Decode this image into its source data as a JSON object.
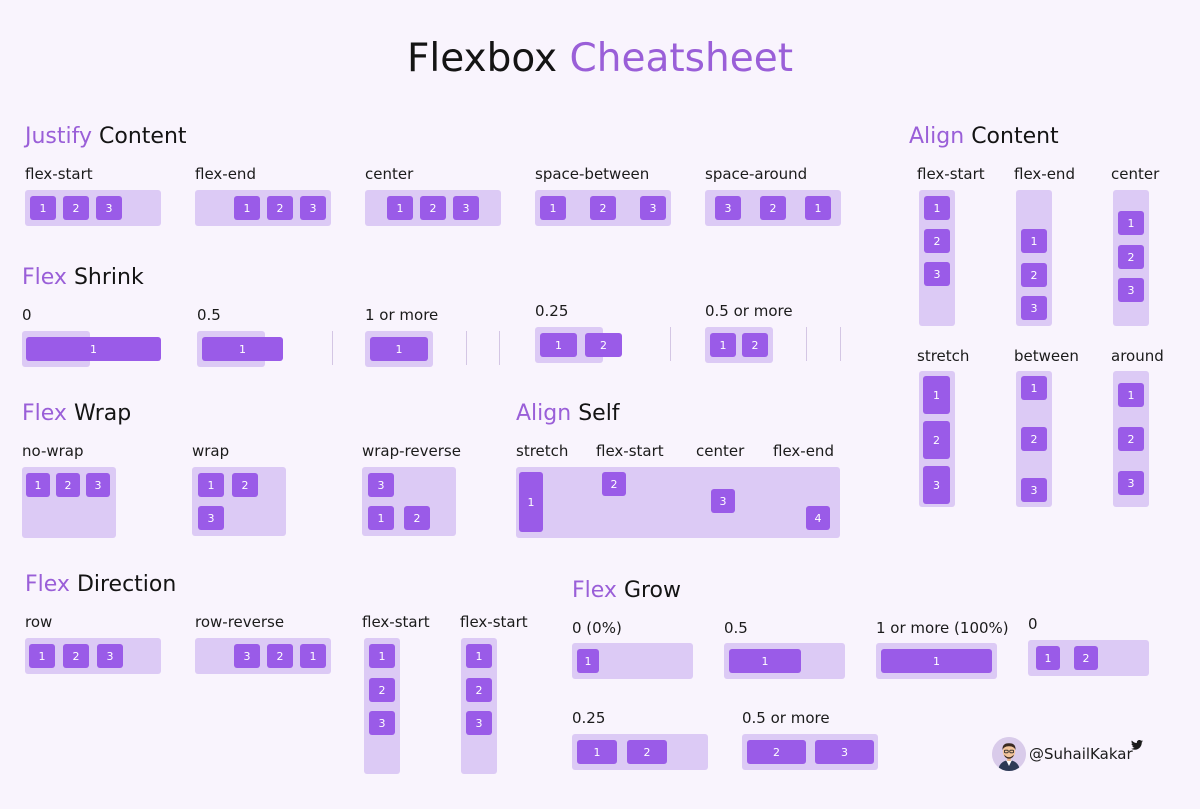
{
  "title": {
    "part1": "Flexbox",
    "part2": "Cheatsheet"
  },
  "justify": {
    "heading": [
      "Justify",
      "Content"
    ],
    "labels": [
      "flex-start",
      "flex-end",
      "center",
      "space-between",
      "space-around"
    ],
    "items": [
      [
        "1",
        "2",
        "3"
      ],
      [
        "1",
        "2",
        "3"
      ],
      [
        "1",
        "2",
        "3"
      ],
      [
        "1",
        "2",
        "3"
      ],
      [
        "3",
        "2",
        "1"
      ]
    ]
  },
  "shrink": {
    "heading": [
      "Flex",
      "Shrink"
    ],
    "labels": [
      "0",
      "0.5",
      "1 or more",
      "0.25",
      "0.5 or more"
    ],
    "items": [
      [
        "1"
      ],
      [
        "1"
      ],
      [
        "1"
      ],
      [
        "1",
        "2"
      ],
      [
        "1",
        "2"
      ]
    ]
  },
  "wrap": {
    "heading": [
      "Flex",
      "Wrap"
    ],
    "labels": [
      "no-wrap",
      "wrap",
      "wrap-reverse"
    ],
    "items": [
      [
        "1",
        "2",
        "3"
      ],
      [
        "1",
        "2",
        "3"
      ],
      [
        "3",
        "1",
        "2"
      ]
    ]
  },
  "alignself": {
    "heading": [
      "Align",
      "Self"
    ],
    "labels": [
      "stretch",
      "flex-start",
      "center",
      "flex-end"
    ],
    "items": [
      "1",
      "2",
      "3",
      "4"
    ]
  },
  "direction": {
    "heading": [
      "Flex",
      "Direction"
    ],
    "labels": [
      "row",
      "row-reverse",
      "flex-start",
      "flex-start"
    ],
    "items": [
      [
        "1",
        "2",
        "3"
      ],
      [
        "3",
        "2",
        "1"
      ],
      [
        "1",
        "2",
        "3"
      ],
      [
        "1",
        "2",
        "3"
      ]
    ]
  },
  "grow": {
    "heading": [
      "Flex",
      "Grow"
    ],
    "labels": [
      "0 (0%)",
      "0.5",
      "1 or more (100%)",
      "0",
      "0.25",
      "0.5 or more"
    ],
    "items": [
      [
        "1"
      ],
      [
        "1"
      ],
      [
        "1"
      ],
      [
        "1",
        "2"
      ],
      [
        "1",
        "2"
      ],
      [
        "2",
        "3"
      ]
    ]
  },
  "aligncontent": {
    "heading": [
      "Align",
      "Content"
    ],
    "labels": [
      "flex-start",
      "flex-end",
      "center",
      "stretch",
      "between",
      "around"
    ],
    "items": [
      [
        "1",
        "2",
        "3"
      ],
      [
        "1",
        "2",
        "3"
      ],
      [
        "1",
        "2",
        "3"
      ],
      [
        "1",
        "2",
        "3"
      ],
      [
        "1",
        "2",
        "3"
      ],
      [
        "1",
        "2",
        "3"
      ]
    ]
  },
  "author": {
    "handle": "@SuhailKakar",
    "twitter_icon": "twitter-bird-icon",
    "avatar_icon": "avatar-icon"
  },
  "colors": {
    "accent": "#9a5fd8",
    "item": "#9a5be8",
    "box": "#dccaf5",
    "background": "#f9f4fd"
  }
}
